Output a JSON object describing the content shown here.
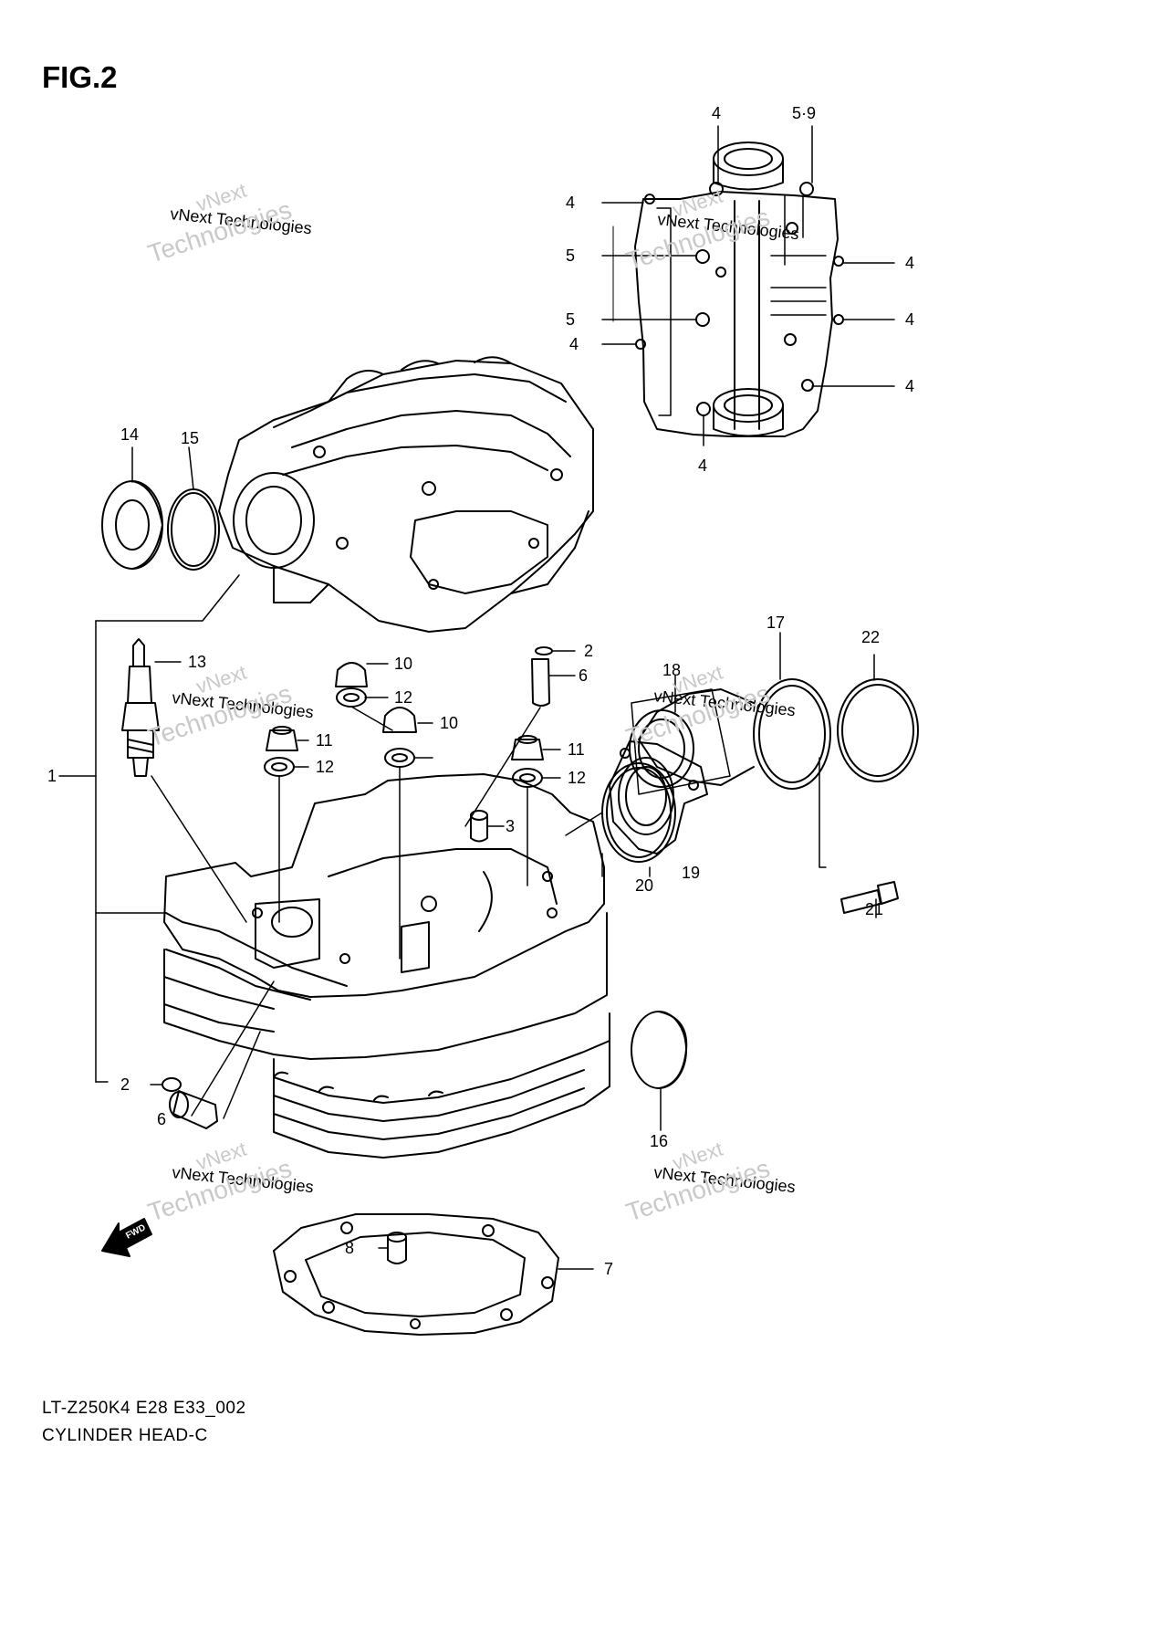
{
  "figure": {
    "title": "FIG.2",
    "drawing_code": "LT-Z250K4 E28 E33_002",
    "caption": "CYLINDER HEAD-C",
    "fwd_label": "FWD"
  },
  "watermark": {
    "line1": "vNext",
    "line2": "vNext Technologies",
    "line3": "Technologies"
  },
  "callouts": [
    {
      "label": "4"
    },
    {
      "label": "5·9"
    },
    {
      "label": "4"
    },
    {
      "label": "5"
    },
    {
      "label": "5"
    },
    {
      "label": "4"
    },
    {
      "label": "4"
    },
    {
      "label": "4"
    },
    {
      "label": "4"
    },
    {
      "label": "4"
    },
    {
      "label": "14"
    },
    {
      "label": "15"
    },
    {
      "label": "13"
    },
    {
      "label": "10"
    },
    {
      "label": "12"
    },
    {
      "label": "10"
    },
    {
      "label": "11"
    },
    {
      "label": "12"
    },
    {
      "label": "2"
    },
    {
      "label": "6"
    },
    {
      "label": "11"
    },
    {
      "label": "12"
    },
    {
      "label": "17"
    },
    {
      "label": "22"
    },
    {
      "label": "18"
    },
    {
      "label": "1"
    },
    {
      "label": "3"
    },
    {
      "label": "20"
    },
    {
      "label": "19"
    },
    {
      "label": "21"
    },
    {
      "label": "16"
    },
    {
      "label": "2"
    },
    {
      "label": "6"
    },
    {
      "label": "8"
    },
    {
      "label": "7"
    }
  ]
}
